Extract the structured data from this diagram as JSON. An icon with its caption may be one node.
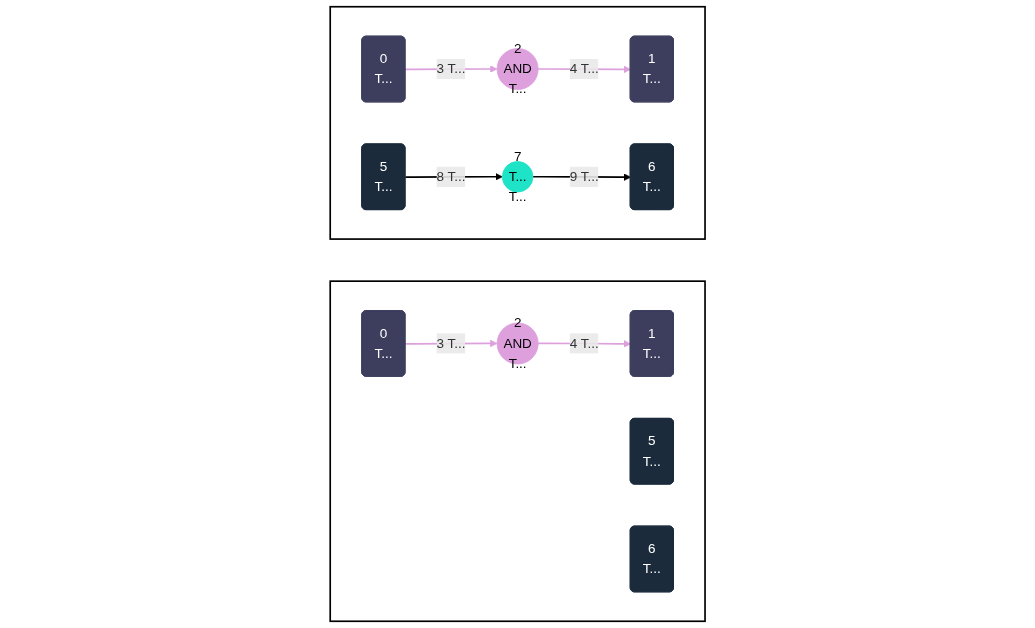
{
  "diagram": {
    "nodes": [
      {
        "text": [],
        "shape": "chevron"
      },
      {
        "text": [
          "0",
          "T..."
        ],
        "in": 0
      },
      {
        "text": [
          "2",
          "AND",
          "T..."
        ],
        "in": 0
      },
      {
        "text": [
          "1",
          "T..."
        ],
        "in": 0
      },
      {
        "text": [
          "5",
          "T..."
        ],
        "in": 0
      },
      {
        "text": [
          "6",
          "T..."
        ],
        "in": 0
      },
      {
        "text": [],
        "shape": "chevron"
      },
      {
        "text": [
          "0",
          "T..."
        ],
        "in": 6
      },
      {
        "text": [
          "2",
          "AND",
          "T..."
        ],
        "in": 6
      },
      {
        "text": [
          "1",
          "T..."
        ],
        "in": 6
      },
      {
        "text": [
          "5",
          "T..."
        ],
        "in": 6
      },
      {
        "text": [
          "7",
          "T...",
          "T..."
        ],
        "in": 6
      },
      {
        "text": [
          "6",
          "T..."
        ],
        "in": 6
      }
    ],
    "edges": [
      {
        "from": 1,
        "to": 2,
        "arrow": "to",
        "label": "3 T...",
        "color": "#dda0dd"
      },
      {
        "from": 2,
        "to": 3,
        "arrow": "to",
        "label": "4 T...",
        "color": "#dda0dd"
      },
      {
        "from": 7,
        "to": 8,
        "arrow": "to",
        "label": "3 T...",
        "color": "#dda0dd"
      },
      {
        "from": 8,
        "to": 9,
        "arrow": "to",
        "label": "4 T...",
        "color": "#dda0dd"
      },
      {
        "from": 10,
        "to": 11,
        "arrow": "to",
        "label": "8 T...",
        "color": "#000000"
      },
      {
        "from": 11,
        "to": 12,
        "arrow": "to",
        "label": "9 T...",
        "color": "#000000"
      }
    ]
  }
}
